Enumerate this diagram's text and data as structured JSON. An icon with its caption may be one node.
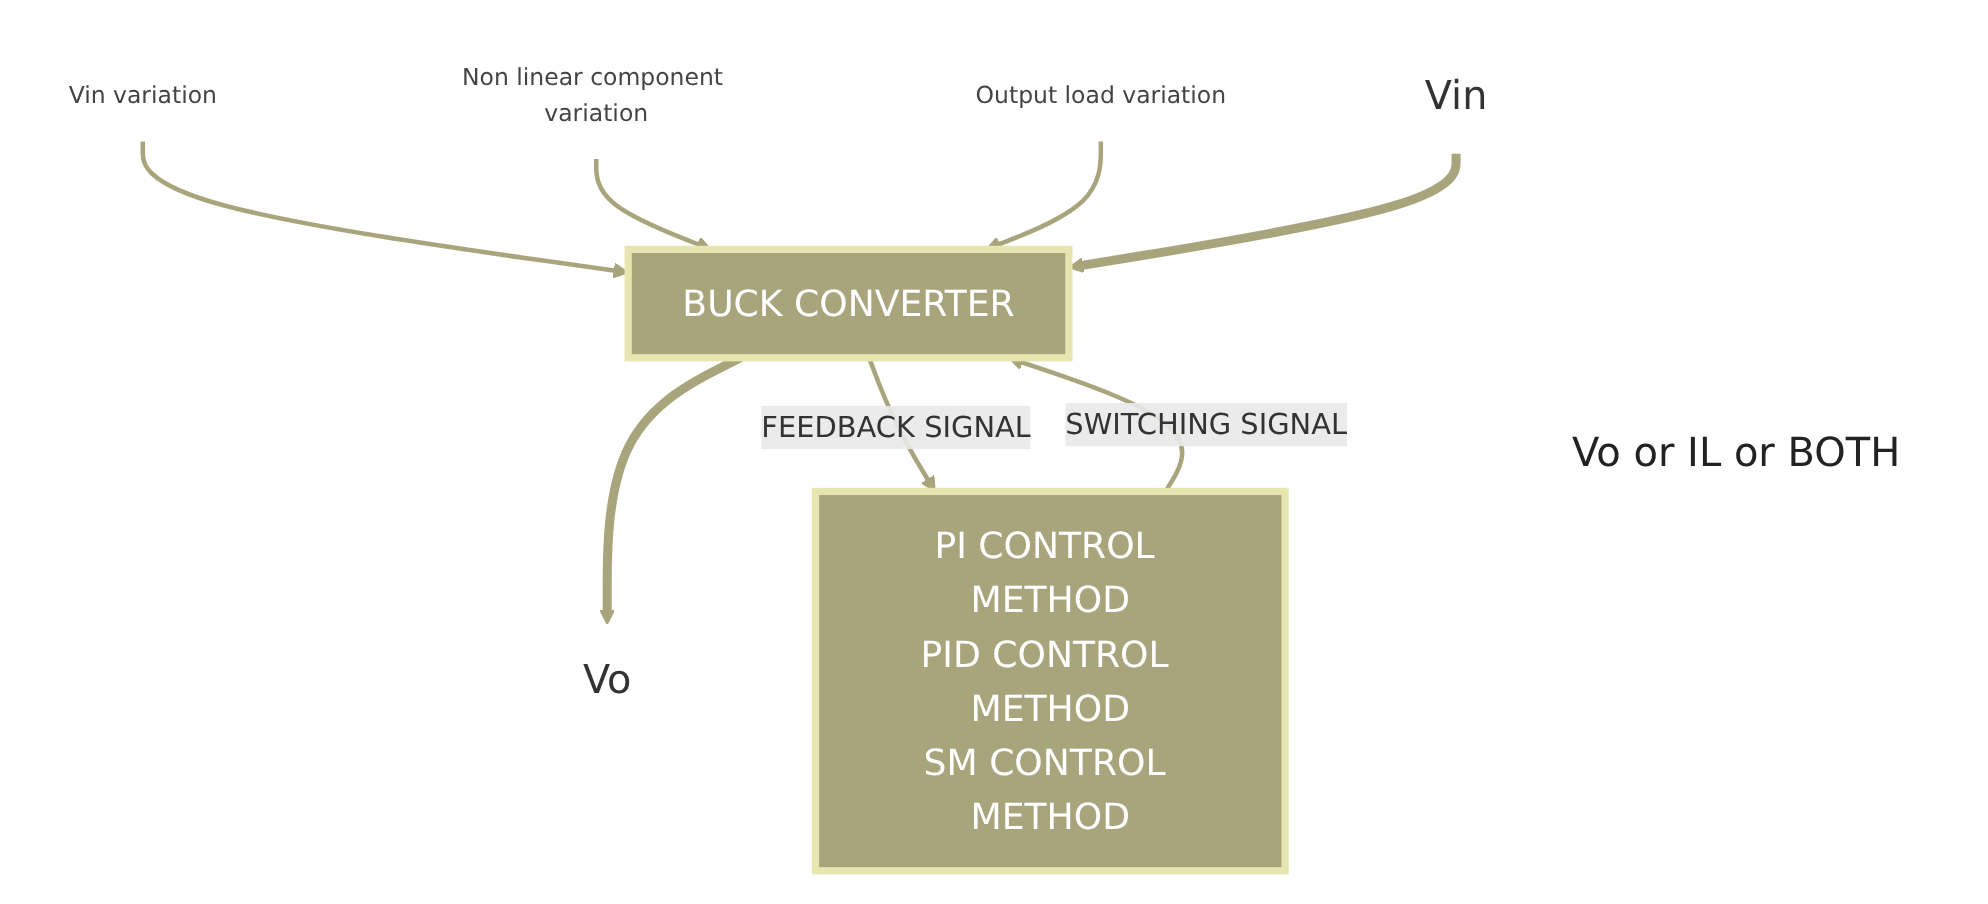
{
  "diagram": {
    "nodes": [
      {
        "text": [
          "Vin variation"
        ]
      },
      {
        "text": [
          "Non linear component variation"
        ]
      },
      {
        "text": [
          "Output load variation"
        ]
      },
      {
        "text": [
          "Vin"
        ]
      },
      {
        "text": [
          "BUCK CONVERTER"
        ]
      },
      {
        "text": [
          "Vo"
        ]
      },
      {
        "text": [
          "PI CONTROL METHOD",
          "PID CONTROL METHOD",
          "SM CONTROL METHOD"
        ]
      }
    ],
    "edges": [
      {
        "from": 0,
        "to": 4,
        "arrow": "to"
      },
      {
        "from": 1,
        "to": 4,
        "arrow": "to"
      },
      {
        "from": 2,
        "to": 4,
        "arrow": "to"
      },
      {
        "from": 3,
        "to": 4,
        "arrow": "to",
        "style": "thick"
      },
      {
        "from": 4,
        "to": 5,
        "arrow": "to",
        "style": "thick"
      },
      {
        "from": 4,
        "to": 6,
        "arrow": "to",
        "label": "FEEDBACK SIGNAL"
      },
      {
        "from": 6,
        "to": 4,
        "arrow": "to",
        "label": "SWITCHING SIGNAL"
      }
    ],
    "labels": [
      "Vo or IL or BOTH"
    ]
  }
}
